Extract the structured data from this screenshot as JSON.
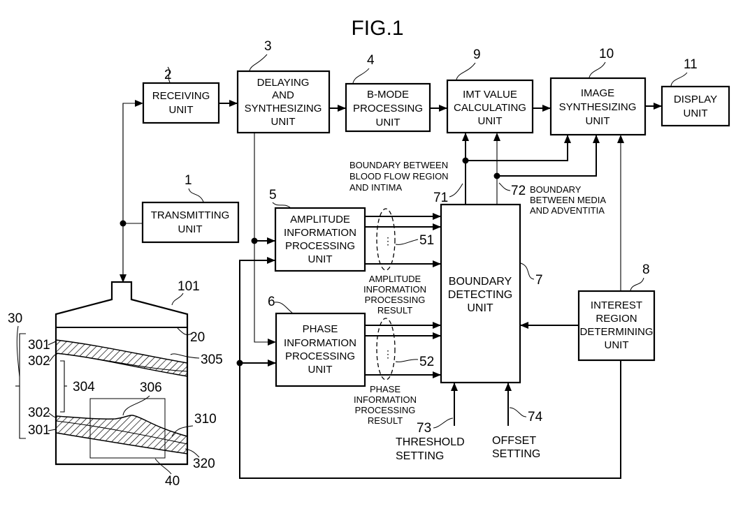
{
  "figure": {
    "title": "FIG.1",
    "blocks": [
      {
        "id": "1",
        "name": "transmitting-unit",
        "lines": [
          "TRANSMITTING",
          "UNIT"
        ]
      },
      {
        "id": "2",
        "name": "receiving-unit",
        "lines": [
          "RECEIVING",
          "UNIT"
        ]
      },
      {
        "id": "3",
        "name": "delaying-synthesizing-unit",
        "lines": [
          "DELAYING",
          "AND",
          "SYNTHESIZING",
          "UNIT"
        ]
      },
      {
        "id": "4",
        "name": "b-mode-processing-unit",
        "lines": [
          "B-MODE",
          "PROCESSING",
          "UNIT"
        ]
      },
      {
        "id": "5",
        "name": "amplitude-information-processing-unit",
        "lines": [
          "AMPLITUDE",
          "INFORMATION",
          "PROCESSING",
          "UNIT"
        ]
      },
      {
        "id": "6",
        "name": "phase-information-processing-unit",
        "lines": [
          "PHASE",
          "INFORMATION",
          "PROCESSING",
          "UNIT"
        ]
      },
      {
        "id": "7",
        "name": "boundary-detecting-unit",
        "lines": [
          "BOUNDARY",
          "DETECTING",
          "UNIT"
        ]
      },
      {
        "id": "8",
        "name": "interest-region-determining-unit",
        "lines": [
          "INTEREST",
          "REGION",
          "DETERMINING",
          "UNIT"
        ]
      },
      {
        "id": "9",
        "name": "imt-value-calculating-unit",
        "lines": [
          "IMT VALUE",
          "CALCULATING",
          "UNIT"
        ]
      },
      {
        "id": "10",
        "name": "image-synthesizing-unit",
        "lines": [
          "IMAGE",
          "SYNTHESIZING",
          "UNIT"
        ]
      },
      {
        "id": "11",
        "name": "display-unit",
        "lines": [
          "DISPLAY",
          "UNIT"
        ]
      }
    ],
    "annotations": {
      "boundary_71": [
        "BOUNDARY BETWEEN",
        "BLOOD FLOW REGION",
        "AND INTIMA"
      ],
      "boundary_72": [
        "BOUNDARY",
        "BETWEEN MEDIA",
        "AND ADVENTITIA"
      ],
      "amplitude_result": [
        "AMPLITUDE",
        "INFORMATION",
        "PROCESSING",
        "RESULT"
      ],
      "phase_result": [
        "PHASE",
        "INFORMATION",
        "PROCESSING",
        "RESULT"
      ],
      "threshold": [
        "THRESHOLD",
        "SETTING"
      ],
      "offset": [
        "OFFSET",
        "SETTING"
      ]
    },
    "reference_numerals": {
      "n71": "71",
      "n72": "72",
      "n73": "73",
      "n74": "74",
      "n51": "51",
      "n52": "52",
      "n101": "101",
      "n20": "20",
      "n30": "30",
      "n301a": "301",
      "n302a": "302",
      "n305": "305",
      "n304": "304",
      "n306": "306",
      "n302b": "302",
      "n301b": "301",
      "n310": "310",
      "n320": "320",
      "n40": "40"
    }
  }
}
